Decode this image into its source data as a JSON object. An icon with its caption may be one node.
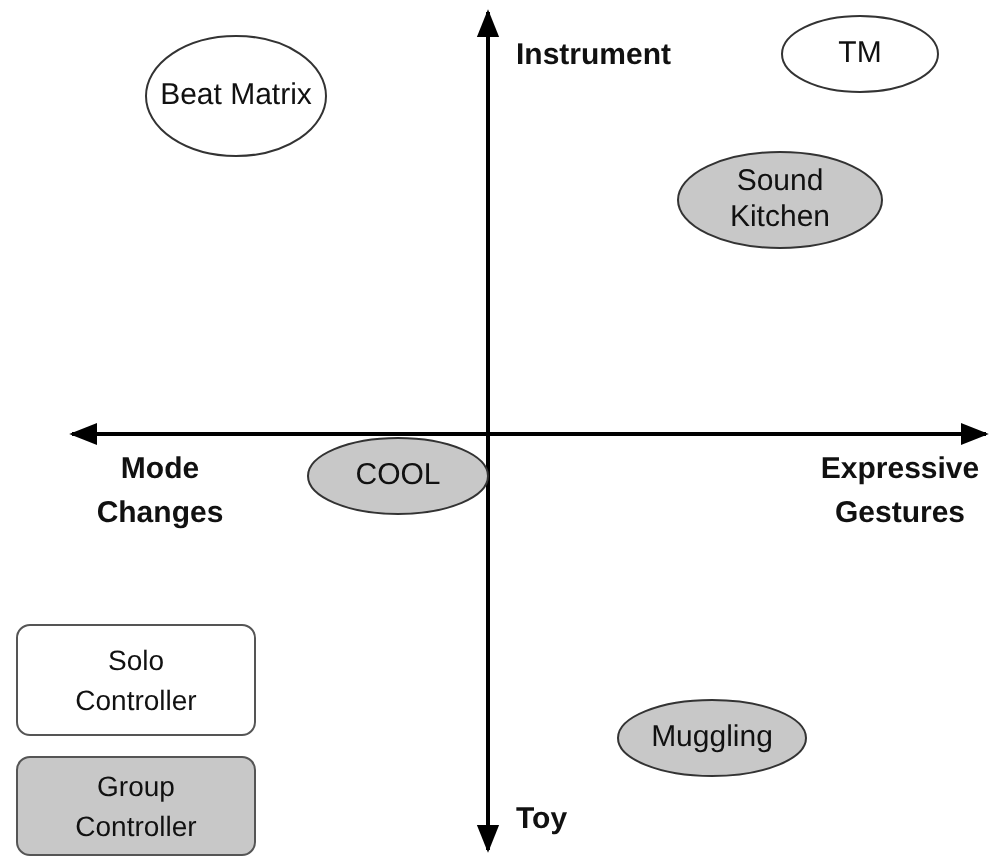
{
  "diagram": {
    "nodes": [
      {
        "text": [
          "Beat Matrix"
        ]
      },
      {
        "text": [
          "TM"
        ]
      },
      {
        "text": [
          "Sound Kitchen"
        ]
      },
      {
        "text": [
          "COOL"
        ]
      },
      {
        "text": [
          "Muggling"
        ]
      }
    ],
    "labels": [
      "Instrument",
      "Mode Changes",
      "Expressive Gestures",
      "Toy"
    ],
    "legend": [
      {
        "text": "Solo Controller",
        "color": "#ffffff"
      },
      {
        "text": "Group Controller",
        "color": "#c8c8c8"
      }
    ]
  }
}
